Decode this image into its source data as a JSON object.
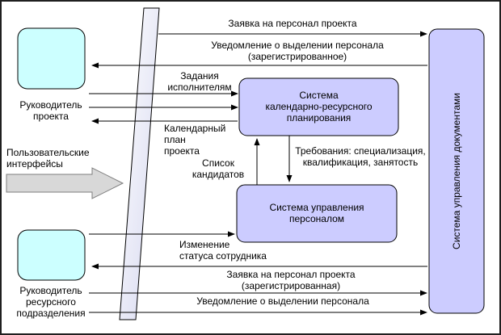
{
  "colors": {
    "actor_fill": "#ccffff",
    "system_fill": "#ccccff",
    "doc_system_fill": "#ccccff",
    "interface_fill_top": "#ffffff",
    "interface_fill_bottom": "#d6d8f0",
    "pointer_fill": "#d8d8d8",
    "line_color": "#000000"
  },
  "actors": {
    "project_manager": [
      "Руководитель",
      "проекта"
    ],
    "resource_manager": [
      "Руководитель",
      "ресурсного",
      "подразделения"
    ]
  },
  "interface": {
    "label": [
      "Пользовательские",
      "интерфейсы"
    ]
  },
  "systems": {
    "planning": [
      "Система",
      "календарно-ресурсного",
      "планирования"
    ],
    "hr": [
      "Система управления",
      "персоналом"
    ],
    "documents": "Система управления документами"
  },
  "flows": {
    "request_top": "Заявка на персонал проекта",
    "notification_registered": [
      "Уведомление о выделении персонала",
      "(зарегистрированное)"
    ],
    "tasks": [
      "Задания",
      "исполнителям"
    ],
    "calendar_plan": [
      "Календарный",
      "план",
      "проекта"
    ],
    "requirements": [
      "Требования: специализация,",
      "квалификация, занятость"
    ],
    "candidates": [
      "Список",
      "кандидатов"
    ],
    "status_change": [
      "Изменение",
      "статуса сотрудника"
    ],
    "request_registered": [
      "Заявка на персонал проекта",
      "(зарегистрированная)"
    ],
    "notification_bottom": "Уведомление о выделении персонала"
  }
}
